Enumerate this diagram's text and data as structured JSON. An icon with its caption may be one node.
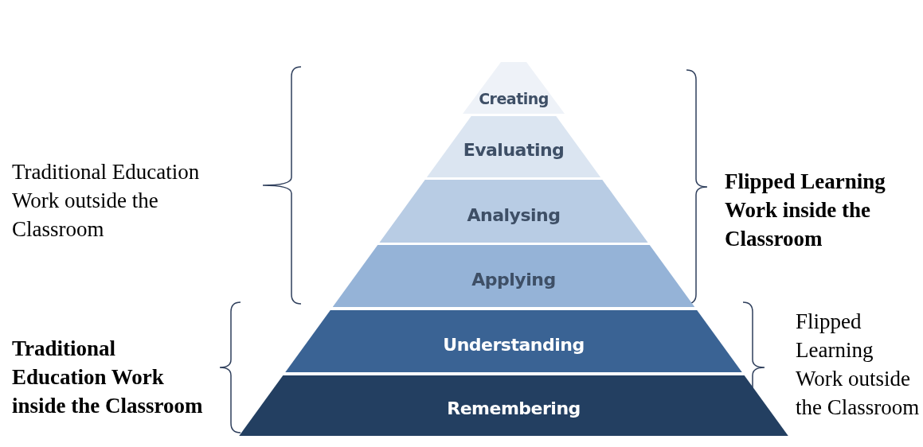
{
  "diagram": {
    "nodes": [
      {
        "text": [
          "Creating"
        ]
      },
      {
        "text": [
          "Evaluating"
        ]
      },
      {
        "text": [
          "Analysing"
        ]
      },
      {
        "text": [
          "Applying"
        ]
      },
      {
        "text": [
          "Understanding"
        ]
      },
      {
        "text": [
          "Remembering"
        ]
      }
    ],
    "labels": [
      "Traditional Education Work outside the Classroom",
      "Flipped Learning Work inside the Classroom",
      "Traditional Education Work inside the Classroom",
      "Flipped Learning Work outside the Classroom"
    ]
  }
}
